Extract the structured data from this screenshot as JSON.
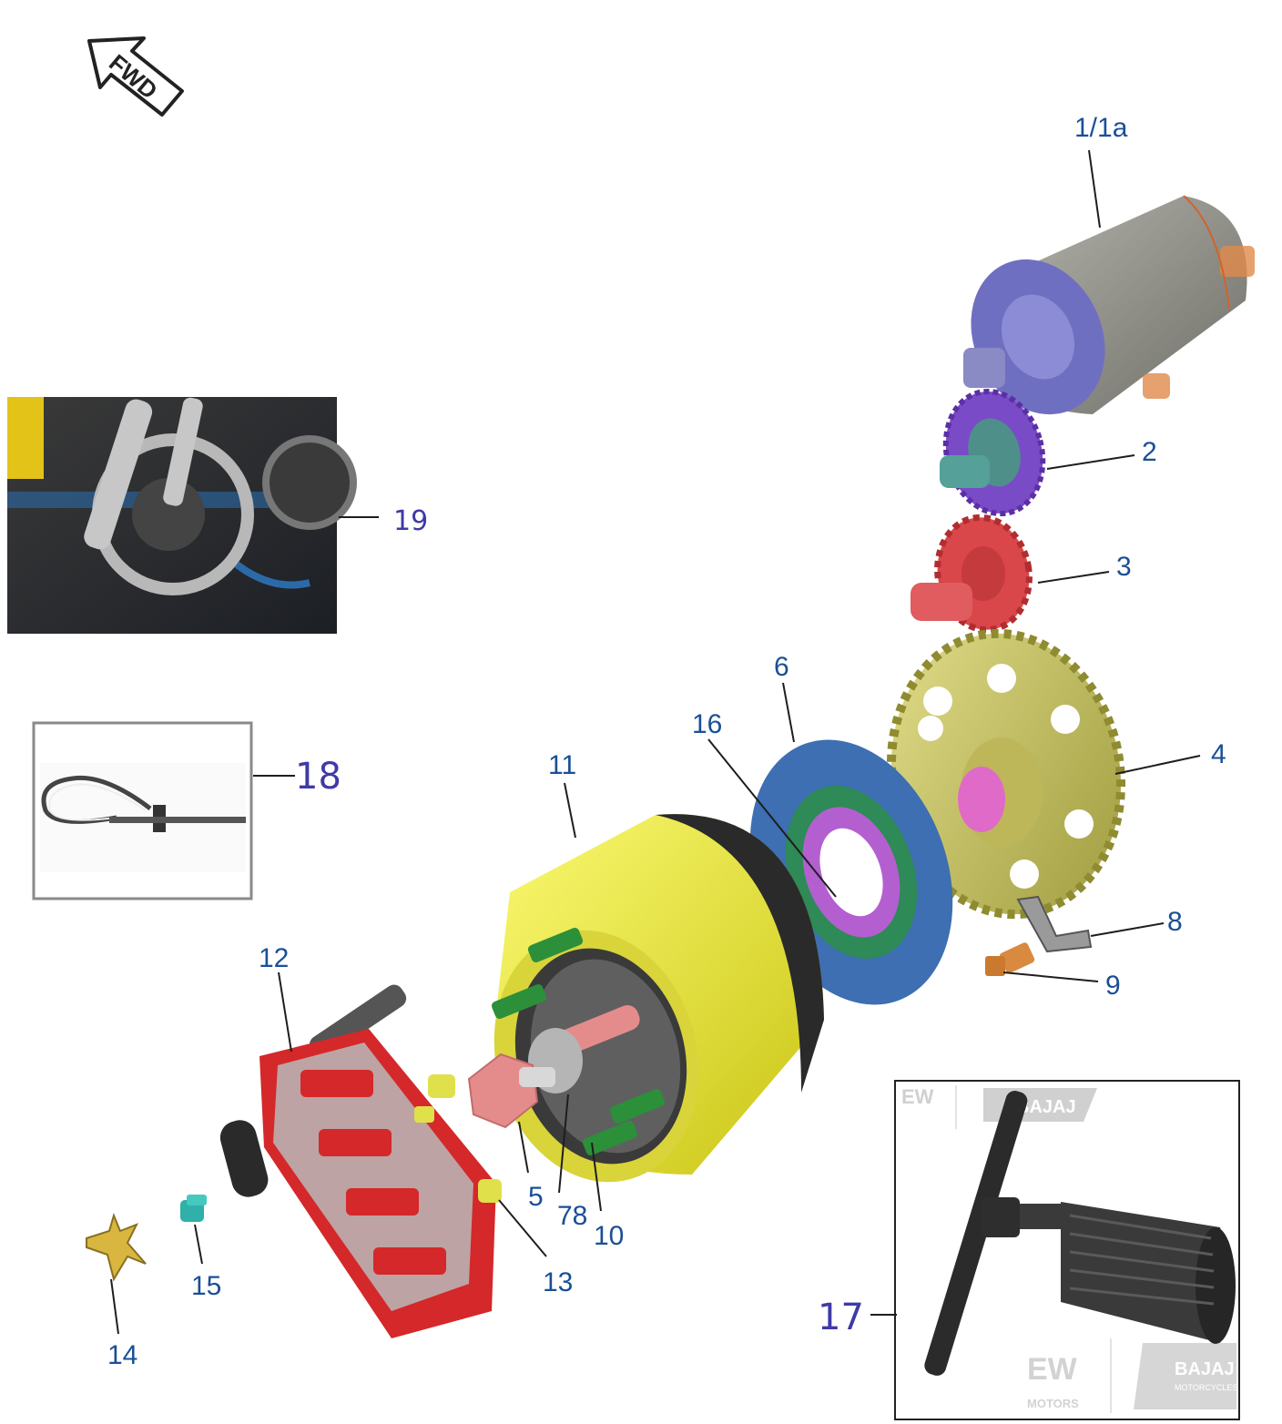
{
  "orientation": {
    "arrow_label": "FWD",
    "icon": "forward-arrow-icon"
  },
  "callouts": {
    "starter_motor": "1/1a",
    "gear_2": "2",
    "gear_3": "3",
    "gear_4": "4",
    "bolt_5": "5",
    "ring_6": "6",
    "plate_8": "8",
    "bolt_9": "9",
    "bolt_10": "10",
    "rotor_11": "11",
    "stator_12": "12",
    "screw_13": "13",
    "clip_14": "14",
    "bolt_15": "15",
    "clutch_16": "16",
    "puller_tool_17": "17",
    "strap_wrench_18": "18",
    "holder_photo_19": "19",
    "key_78": "78"
  },
  "watermarks": {
    "brand": "BAJAJ",
    "brand_sub": "MOTORCYCLES",
    "dealer": "EW",
    "dealer_sub": "MOTORS"
  },
  "colors": {
    "callout_blue": "#1a4f96",
    "callout_violet": "#3e3aa6",
    "starter_body": "#8c8c86",
    "starter_cap": "#6f6fc2",
    "gear_purple": "#7a4bc6",
    "gear_red": "#d9474a",
    "gear_olive": "#c9c56a",
    "ring_blue": "#3d6fb2",
    "rotor_yellow": "#f2f03c",
    "stator_red": "#d4282a"
  }
}
